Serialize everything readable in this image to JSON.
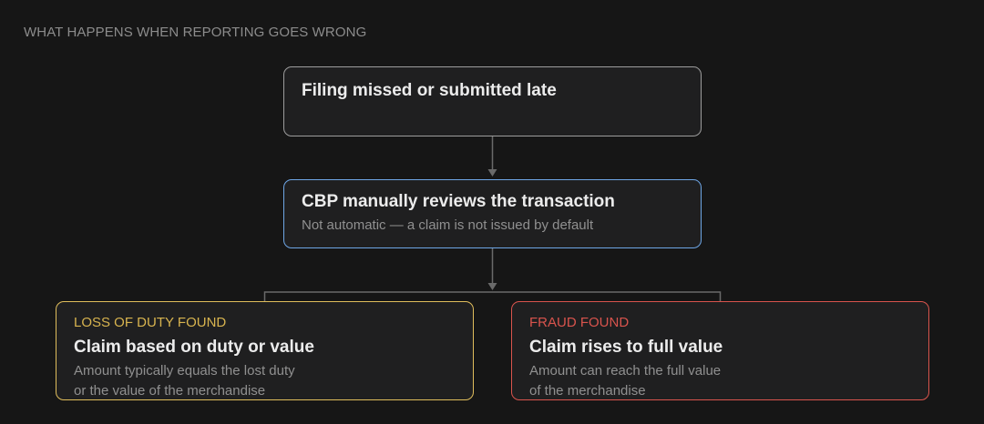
{
  "heading": "WHAT HAPPENS WHEN REPORTING GOES WRONG",
  "nodes": {
    "missed": {
      "title": "Filing missed or submitted late"
    },
    "review": {
      "title": "CBP manually reviews the transaction",
      "subtitle": "Not automatic — a claim is not issued by default"
    },
    "loss": {
      "tag": "LOSS OF DUTY FOUND",
      "title": "Claim based on duty or value",
      "line1": "Amount typically equals the lost duty",
      "line2": "or the value of the merchandise"
    },
    "fraud": {
      "tag": "FRAUD FOUND",
      "title": "Claim rises to full value",
      "line1": "Amount can reach the full value",
      "line2": "of the merchandise"
    }
  },
  "colors": {
    "background": "#161616",
    "neutral_border": "#9d9d9d",
    "review_border": "#6ea6e6",
    "loss_accent": "#e0bd5c",
    "fraud_accent": "#d9544d",
    "connector": "#6a6a6a"
  }
}
